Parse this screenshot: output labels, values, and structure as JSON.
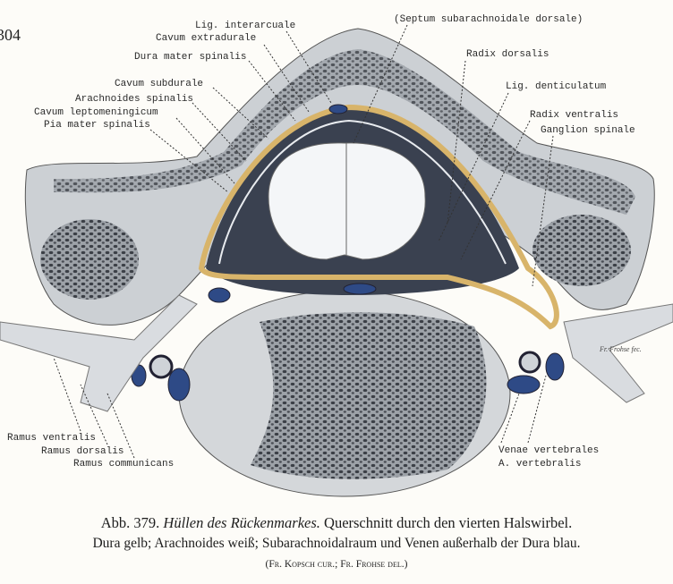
{
  "page_number": "304",
  "labels_left": [
    "Lig. interarcuale",
    "Cavum extradurale",
    "Dura mater spinalis",
    "Cavum subdurale",
    "Arachnoides spinalis",
    "Cavum leptomeningicum",
    "Pia mater spinalis"
  ],
  "labels_right": [
    "(Septum subarachnoidale dorsale)",
    "Radix dorsalis",
    "Lig. denticulatum",
    "Radix ventralis",
    "Ganglion spinale"
  ],
  "labels_bottom_left": [
    "Ramus ventralis",
    "Ramus dorsalis",
    "Ramus communicans"
  ],
  "labels_bottom_right": [
    "Venae vertebrales",
    "A. vertebralis"
  ],
  "signature": "Fr. Frohse fec.",
  "caption": {
    "number": "Abb. 379.",
    "title": "Hüllen des Rückenmarkes.",
    "text": "Querschnitt durch den vierten Halswirbel.",
    "line2": "Dura gelb; Arachnoides weiß; Subarachnoidalraum und Venen außerhalb der Dura blau.",
    "credits": "(Fr. Kopsch cur.; Fr. Frohse del.)"
  },
  "colors": {
    "dura": "#d8b46a",
    "blue": "#2e4a86",
    "bone": "#c9ccd0",
    "dark": "#3a3f48"
  }
}
